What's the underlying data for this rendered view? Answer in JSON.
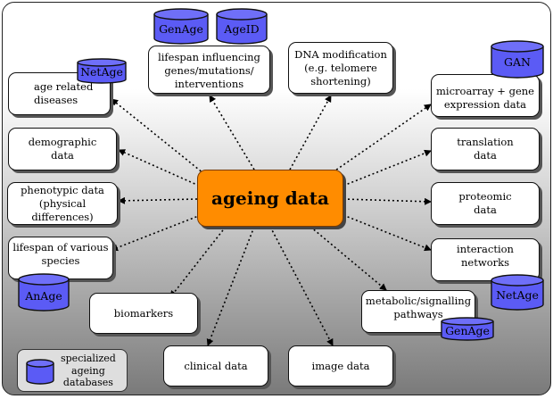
{
  "central": {
    "label": "ageing data"
  },
  "nodes": {
    "age_related_diseases": "age related\ndiseases",
    "demographic": "demographic\ndata",
    "phenotypic": "phenotypic data\n(physical differences)",
    "lifespan_species": "lifespan of various\nspecies",
    "biomarkers": "biomarkers",
    "clinical": "clinical data",
    "image": "image data",
    "lifespan_influencing": "lifespan influencing\ngenes/mutations/\ninterventions",
    "dna_modification": "DNA modification\n(e.g. telomere\nshortening)",
    "microarray": "microarray + gene\nexpression data",
    "translation": "translation\ndata",
    "proteomic": "proteomic\ndata",
    "interaction": "interaction\nnetworks",
    "metabolic": "metabolic/signalling\npathways"
  },
  "databases": {
    "genage_top": "GenAge",
    "ageid": "AgeID",
    "netage_top": "NetAge",
    "gan": "GAN",
    "anage": "AnAge",
    "netage_right": "NetAge",
    "genage_bottom": "GenAge"
  },
  "legend": {
    "label": "specialized\nageing\ndatabases"
  },
  "colors": {
    "central_fill": "#ff8c00",
    "database_fill": "#5b5bf5",
    "arrow": "#000000"
  }
}
